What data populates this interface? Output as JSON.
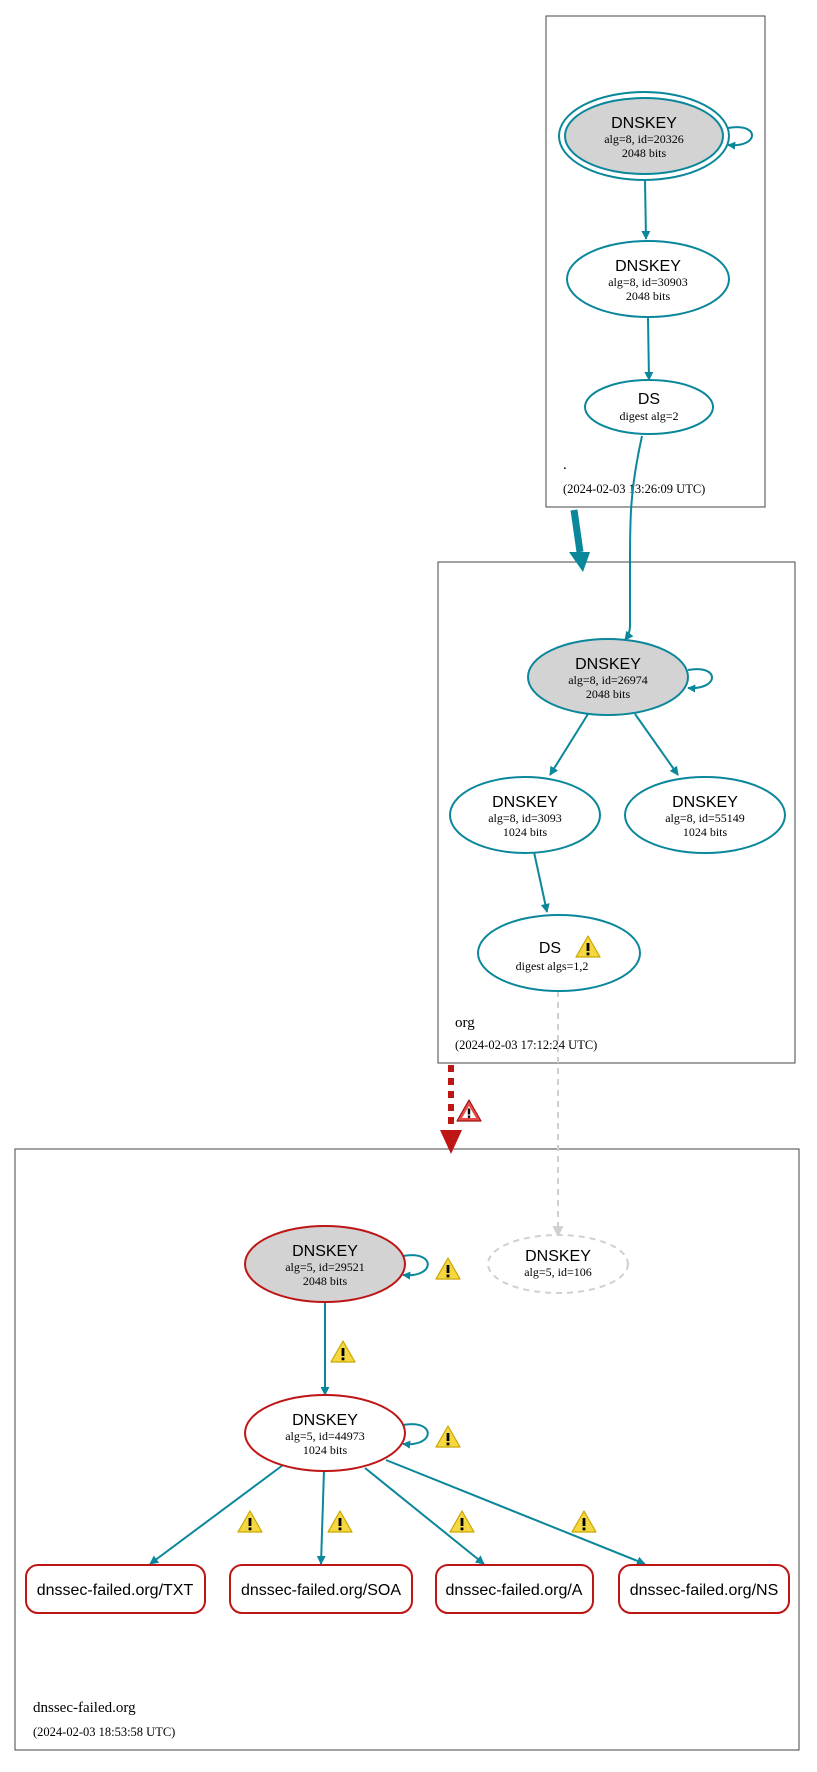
{
  "zones": [
    {
      "name": ".",
      "timestamp": "(2024-02-03 13:26:09 UTC)"
    },
    {
      "name": "org",
      "timestamp": "(2024-02-03 17:12:24 UTC)"
    },
    {
      "name": "dnssec-failed.org",
      "timestamp": "(2024-02-03 18:53:58 UTC)"
    }
  ],
  "nodes": {
    "root_ksk": {
      "title": "DNSKEY",
      "line1": "alg=8, id=20326",
      "line2": "2048 bits"
    },
    "root_zsk": {
      "title": "DNSKEY",
      "line1": "alg=8, id=30903",
      "line2": "2048 bits"
    },
    "root_ds": {
      "title": "DS",
      "line1": "digest alg=2"
    },
    "org_ksk": {
      "title": "DNSKEY",
      "line1": "alg=8, id=26974",
      "line2": "2048 bits"
    },
    "org_zsk1": {
      "title": "DNSKEY",
      "line1": "alg=8, id=3093",
      "line2": "1024 bits"
    },
    "org_zsk2": {
      "title": "DNSKEY",
      "line1": "alg=8, id=55149",
      "line2": "1024 bits"
    },
    "org_ds": {
      "title": "DS",
      "line1": "digest algs=1,2"
    },
    "df_ksk": {
      "title": "DNSKEY",
      "line1": "alg=5, id=29521",
      "line2": "2048 bits"
    },
    "df_missing": {
      "title": "DNSKEY",
      "line1": "alg=5, id=106"
    },
    "df_zsk": {
      "title": "DNSKEY",
      "line1": "alg=5, id=44973",
      "line2": "1024 bits"
    }
  },
  "records": [
    "dnssec-failed.org/TXT",
    "dnssec-failed.org/SOA",
    "dnssec-failed.org/A",
    "dnssec-failed.org/NS"
  ],
  "colors": {
    "secure": "#0a879a",
    "bogus": "#be1515",
    "missing": "#d0d0d0",
    "key_fill": "#d3d3d3",
    "zone_border": "#444444",
    "warning": "#f5d742"
  }
}
